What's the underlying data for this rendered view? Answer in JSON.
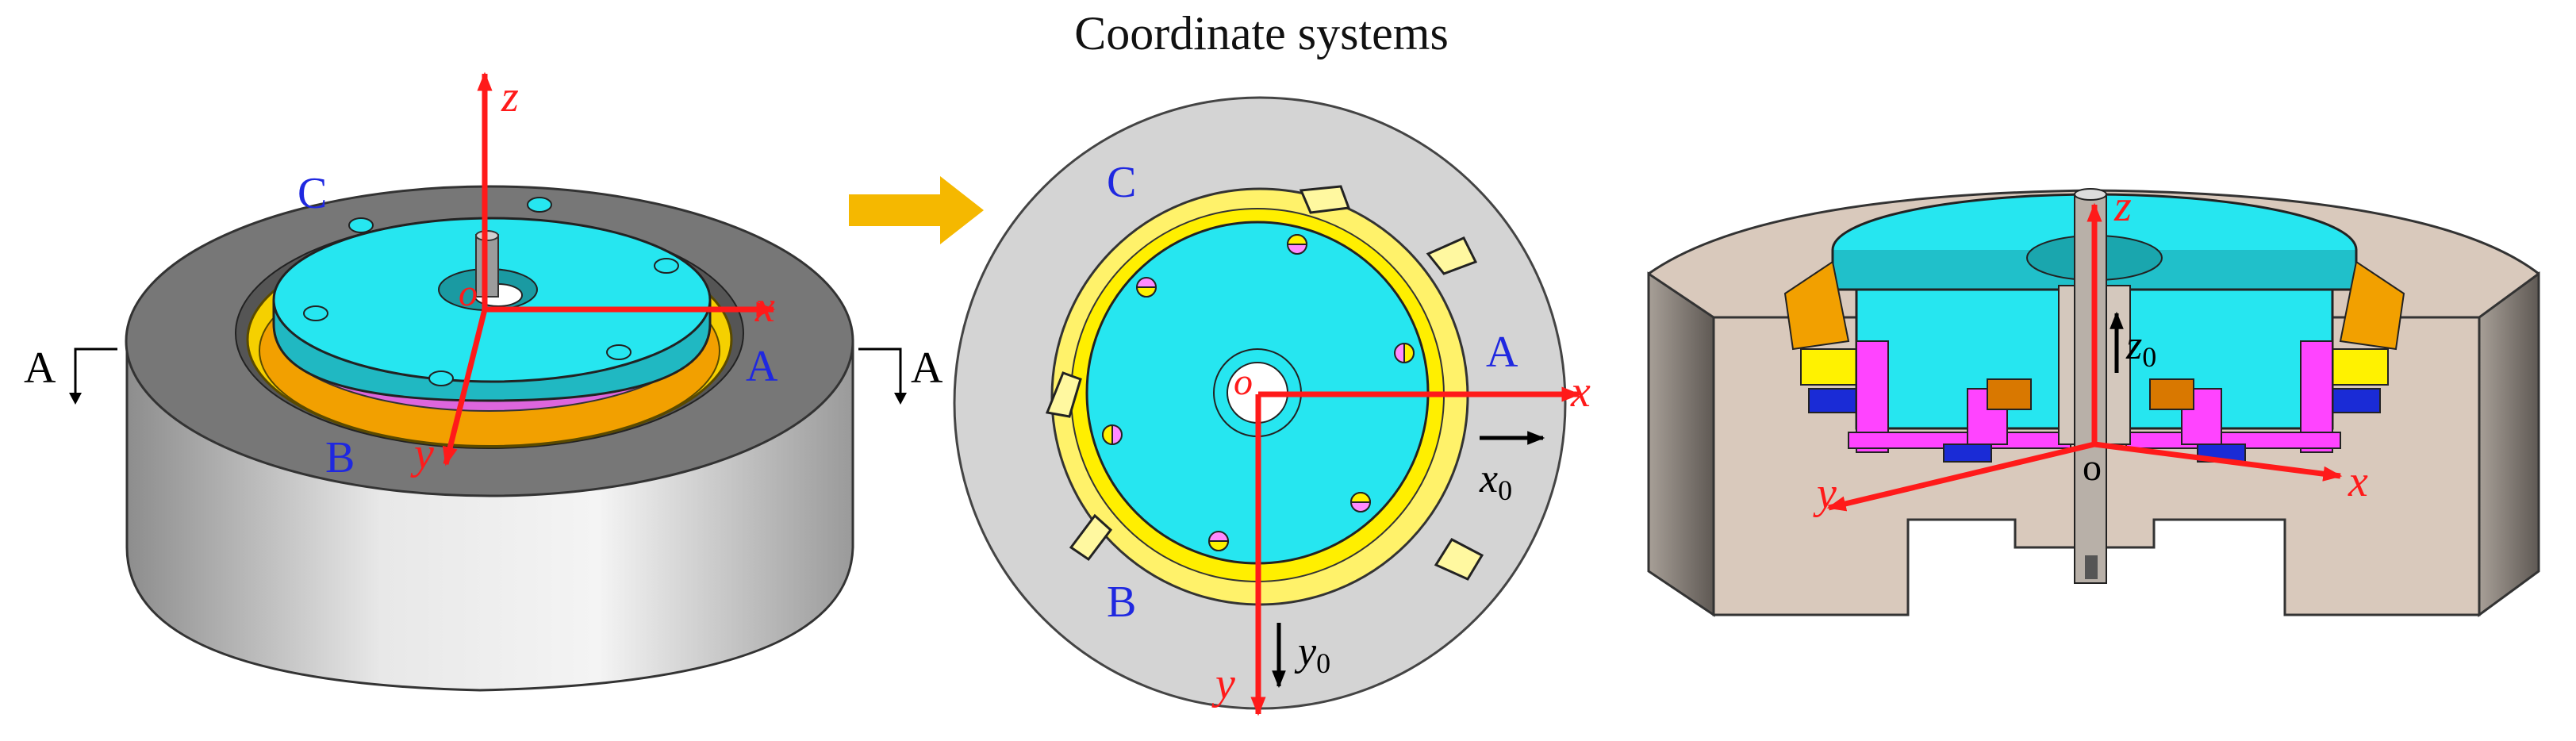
{
  "title": "Coordinate systems",
  "colors": {
    "axis": "#ff1a1a",
    "label_blue": "#1f28e0",
    "arrow_orange": "#f5b800",
    "cyan": "#26e6f0",
    "yellow": "#fff200",
    "housing_gray": "#bdbdbd",
    "section_tan": "#d9c9bc",
    "magenta": "#ff44ff",
    "orange_part": "#f28c00",
    "blue_part": "#1a2bd6"
  },
  "panel_left": {
    "axis_z": "z",
    "axis_x": "x",
    "axis_y": "y",
    "origin": "o",
    "label_a": "A",
    "label_b": "B",
    "label_c": "C",
    "section_left": "A",
    "section_right": "A"
  },
  "panel_middle": {
    "axis_x": "x",
    "axis_y": "y",
    "origin": "o",
    "label_a": "A",
    "label_b": "B",
    "label_c": "C",
    "dir_x0": "x",
    "dir_x0_sub": "0",
    "dir_y0": "y",
    "dir_y0_sub": "0"
  },
  "panel_right": {
    "axis_x": "x",
    "axis_y": "y",
    "axis_z": "z",
    "origin": "o",
    "dir_z0": "z",
    "dir_z0_sub": "0"
  }
}
